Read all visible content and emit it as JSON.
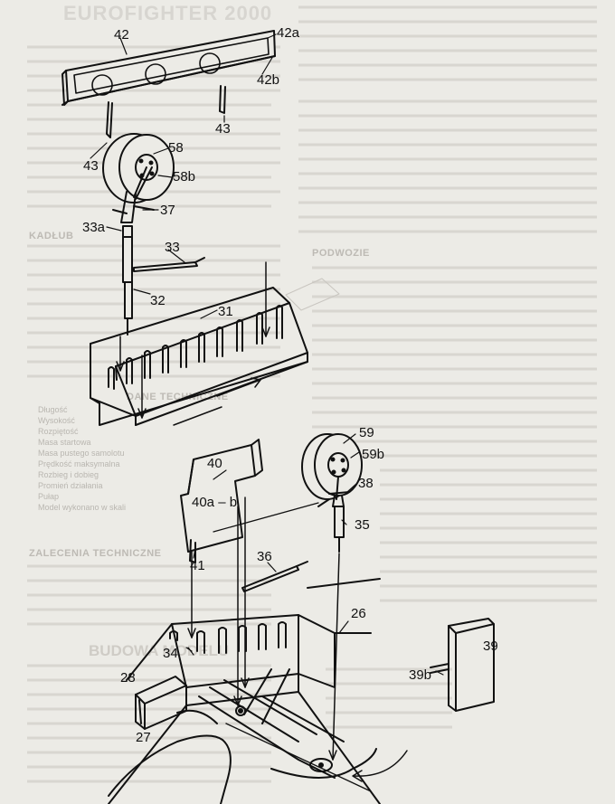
{
  "article": {
    "title": "EUROFIGHTER 2000",
    "heading_bottom_left": "BUDOWA MODELU",
    "heading_fuselage": "KADŁUB",
    "heading_undercarriage": "PODWOZIE",
    "heading_tech": "ZALECENIA TECHNICZNE",
    "heading_data": "DANE TECHNICZNE",
    "spec_labels": [
      "Długość",
      "Wysokość",
      "Rozpiętość",
      "Masa startowa",
      "Masa pustego samolotu",
      "Prędkość maksymalna",
      "Rozbieg i dobieg",
      "Promień działania",
      "Pułap",
      "Model wykonano w skali"
    ]
  },
  "labels": {
    "l42": "42",
    "l42a": "42a",
    "l42b": "42b",
    "l43a_top": "43",
    "l43b_top": "43",
    "l58": "58",
    "l58b": "58b",
    "l37": "37",
    "l33a": "33a",
    "l33": "33",
    "l32": "32",
    "l31": "31",
    "l40": "40",
    "l40ab": "40a – b",
    "l41": "41",
    "l36": "36",
    "l59": "59",
    "l59b": "59b",
    "l38": "38",
    "l35": "35",
    "l26": "26",
    "l39": "39",
    "l39b": "39b",
    "l34": "34",
    "l28": "28",
    "l27": "27"
  }
}
